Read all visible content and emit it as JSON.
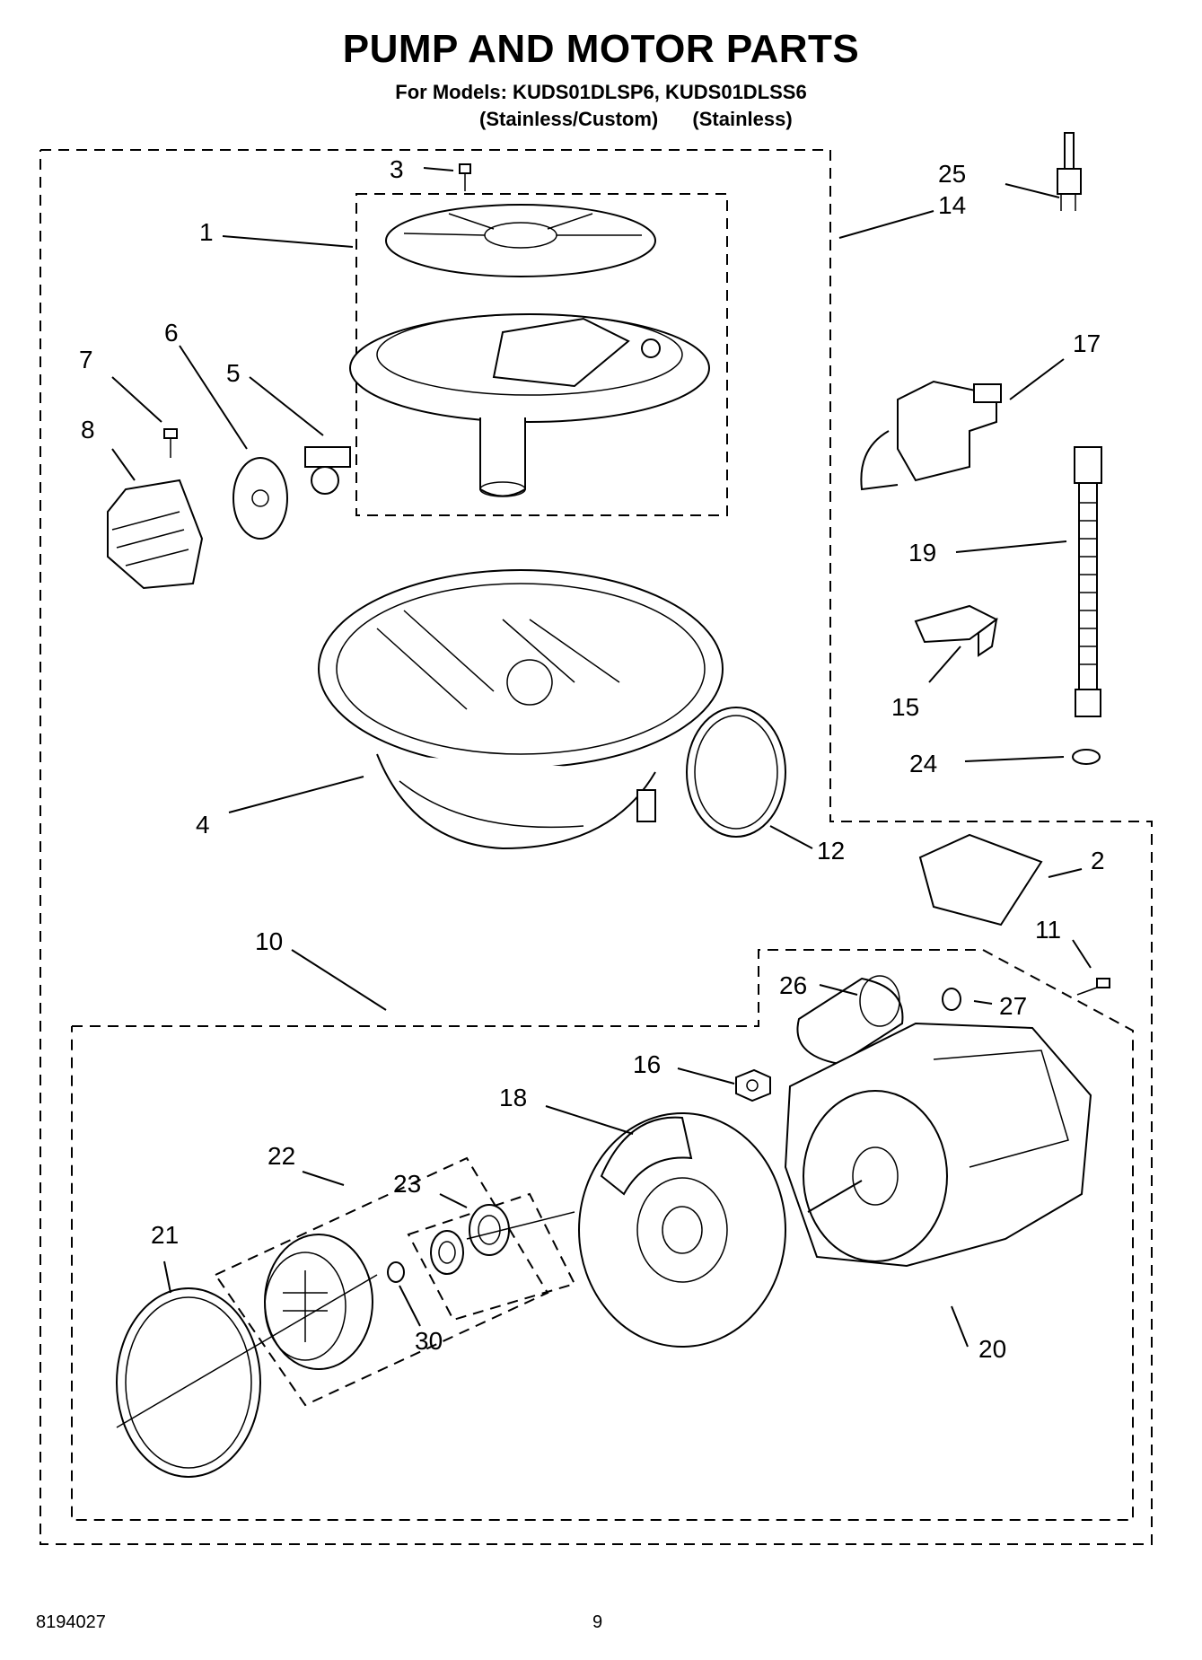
{
  "header": {
    "title": "PUMP AND MOTOR PARTS",
    "models": "For Models: KUDS01DLSP6, KUDS01DLSS6",
    "variant_1": "(Stainless/Custom)",
    "variant_2": "(Stainless)"
  },
  "callouts": [
    {
      "id": "c1",
      "label": "1"
    },
    {
      "id": "c2",
      "label": "2"
    },
    {
      "id": "c3",
      "label": "3"
    },
    {
      "id": "c4",
      "label": "4"
    },
    {
      "id": "c5",
      "label": "5"
    },
    {
      "id": "c6",
      "label": "6"
    },
    {
      "id": "c7",
      "label": "7"
    },
    {
      "id": "c8",
      "label": "8"
    },
    {
      "id": "c10",
      "label": "10"
    },
    {
      "id": "c11",
      "label": "11"
    },
    {
      "id": "c12",
      "label": "12"
    },
    {
      "id": "c14",
      "label": "14"
    },
    {
      "id": "c15",
      "label": "15"
    },
    {
      "id": "c16",
      "label": "16"
    },
    {
      "id": "c17",
      "label": "17"
    },
    {
      "id": "c18",
      "label": "18"
    },
    {
      "id": "c19",
      "label": "19"
    },
    {
      "id": "c20",
      "label": "20"
    },
    {
      "id": "c21",
      "label": "21"
    },
    {
      "id": "c22",
      "label": "22"
    },
    {
      "id": "c23",
      "label": "23"
    },
    {
      "id": "c24",
      "label": "24"
    },
    {
      "id": "c25",
      "label": "25"
    },
    {
      "id": "c26",
      "label": "26"
    },
    {
      "id": "c27",
      "label": "27"
    },
    {
      "id": "c30",
      "label": "30"
    }
  ],
  "footer": {
    "doc_number": "8194027",
    "page_number": "9"
  }
}
